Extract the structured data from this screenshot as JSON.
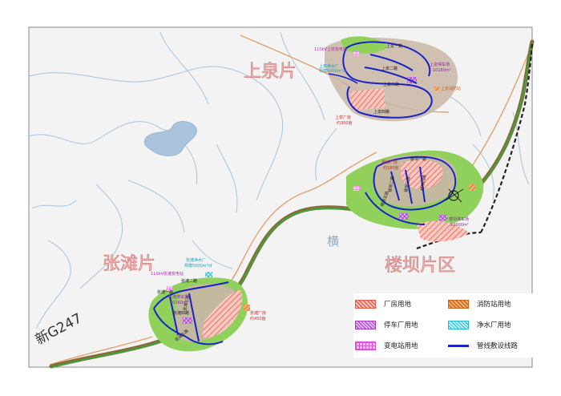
{
  "areas": {
    "shangquan": "上泉片",
    "zhangtan": "张滩片",
    "loubahan": "楼坝片区",
    "heng": "横",
    "road": "新G247"
  },
  "shangquan_labels": {
    "substation": "110kV上泉变电站",
    "water_plant_name": "上泉净水厂",
    "water_plant_size": "规模5000m³/d",
    "road1": "上泉一路",
    "road2": "上泉二路",
    "road3": "上泉三路",
    "road4": "上泉四路",
    "parking_name": "上泉停车场",
    "parking_size": "10160m²",
    "fire_station": "上泉消防站",
    "factory_name": "上泉厂房",
    "factory_size": "约300亩"
  },
  "loubahan_labels": {
    "factory_name": "那城厂房",
    "factory_size": "约180亩",
    "road_top": "楼坝一路",
    "road_mid1": "楼坝二路",
    "road_mid2": "楼坝三路",
    "road_mid3": "楼坝四路",
    "road_left": "楼坝五路",
    "parking_name": "楼坝停车场",
    "parking_size": "10000m²"
  },
  "zhangtan_labels": {
    "water_plant_name": "张滩净水厂",
    "water_plant_size": "规模5000m³/d",
    "substation": "110kV张滩变电站",
    "road1": "张滩一路",
    "road2": "张滩二路",
    "road3": "张滩三路",
    "road4": "张滩四路",
    "parking_name": "张滩停车场",
    "parking_size": "10160m²",
    "factory_name": "张滩厂房",
    "factory_size": "约450亩",
    "road5": "张滩五路"
  },
  "legend": [
    {
      "label": "厂房用地",
      "swatch": "factory",
      "color": "#e8594d"
    },
    {
      "label": "消防站用地",
      "swatch": "fire",
      "color": "#d9722a"
    },
    {
      "label": "停车厂用地",
      "swatch": "parking",
      "color": "#b03cc8"
    },
    {
      "label": "净水厂用地",
      "swatch": "water",
      "color": "#35c6d8"
    },
    {
      "label": "变电站用地",
      "swatch": "substation",
      "color": "#e04fd8"
    },
    {
      "label": "管线敷设线路",
      "swatch": "pipeline",
      "color": "#1a22c8"
    }
  ],
  "colors": {
    "river": "#a9c4dc",
    "green_land": "#8fd15b",
    "road_outline": "#e0a070",
    "road_green": "#3aa43a",
    "pipeline": "#1a22c8",
    "area_name": "#f0b8b8"
  }
}
